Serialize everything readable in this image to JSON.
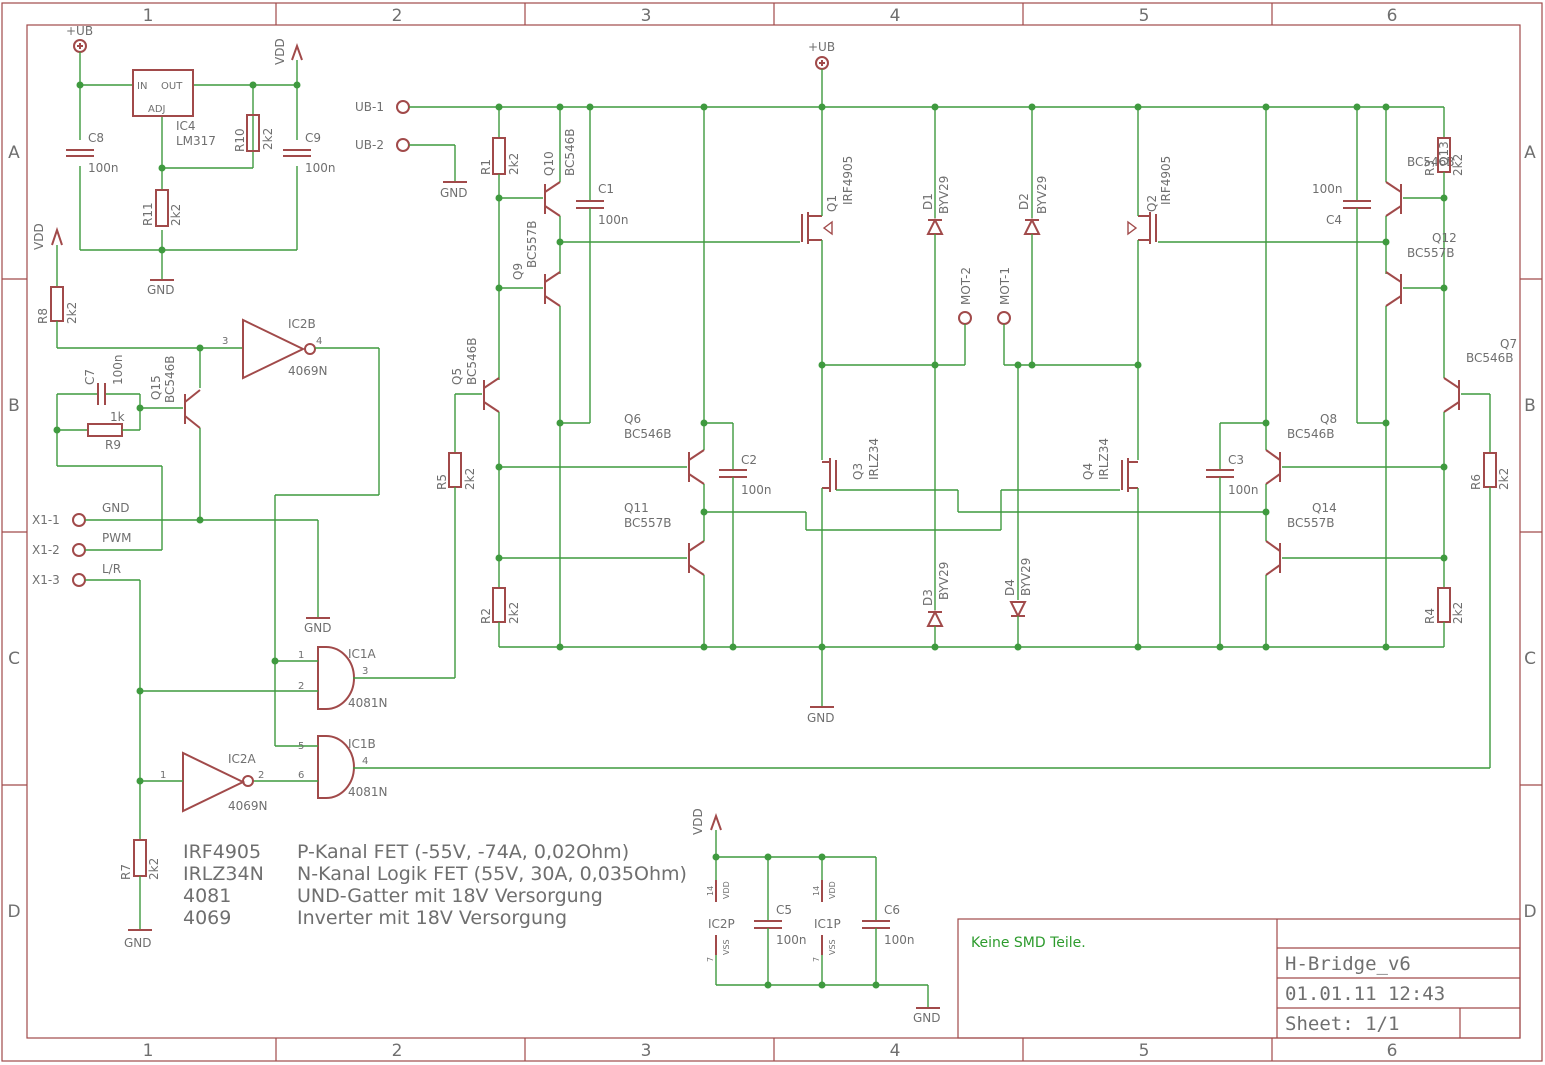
{
  "frame": {
    "columns": [
      "1",
      "2",
      "3",
      "4",
      "5",
      "6"
    ],
    "rows": [
      "A",
      "B",
      "C",
      "D"
    ]
  },
  "power": {
    "ub_top_left": "+UB",
    "ub_top_mid": "+UB",
    "vdd_top": "VDD",
    "vdd_left": "VDD",
    "vdd_bottom": "VDD",
    "gnd_reg": "GND",
    "gnd_ub2": "GND",
    "gnd_ic1a": "GND",
    "gnd_r7": "GND",
    "gnd_bridge": "GND",
    "gnd_caps": "GND"
  },
  "regulator": {
    "name": "IC4",
    "value": "LM317",
    "pin_in": "IN",
    "pin_out": "OUT",
    "pin_adj": "ADJ"
  },
  "connectors": {
    "ub1": "UB-1",
    "ub2": "UB-2",
    "mot1": "MOT-1",
    "mot2": "MOT-2",
    "x1_1": "X1-1",
    "x1_2": "X1-2",
    "x1_3": "X1-3",
    "net_gnd": "GND",
    "net_pwm": "PWM",
    "net_lr": "L/R"
  },
  "parts": {
    "c8": "C8",
    "c8v": "100n",
    "c9": "C9",
    "c9v": "100n",
    "r10": "R10",
    "r10v": "2k2",
    "r11": "R11",
    "r11v": "2k2",
    "r8": "R8",
    "r8v": "2k2",
    "c7": "C7",
    "c7v": "100n",
    "r9": "R9",
    "r9v": "1k",
    "q15": "Q15",
    "q15v": "BC546B",
    "ic2b": "IC2B",
    "ic2b_t": "4069N",
    "ic2b_p3": "3",
    "ic2b_p4": "4",
    "ic1a": "IC1A",
    "ic1a_t": "4081N",
    "ic1a_p1": "1",
    "ic1a_p2": "2",
    "ic1a_p3": "3",
    "ic1b": "IC1B",
    "ic1b_t": "4081N",
    "ic1b_p5": "5",
    "ic1b_p6": "6",
    "ic1b_p4": "4",
    "ic2a": "IC2A",
    "ic2a_t": "4069N",
    "ic2a_p1": "1",
    "ic2a_p2": "2",
    "r7": "R7",
    "r7v": "2k2",
    "r1": "R1",
    "r1v": "2k2",
    "q10": "Q10",
    "q10v": "BC546B",
    "c1": "C1",
    "c1v": "100n",
    "q9": "Q9",
    "q9v": "BC557B",
    "q5": "Q5",
    "q5v": "BC546B",
    "r5": "R5",
    "r5v": "2k2",
    "r2": "R2",
    "r2v": "2k2",
    "q6": "Q6",
    "q6v": "BC546B",
    "c2": "C2",
    "c2v": "100n",
    "q11": "Q11",
    "q11v": "BC557B",
    "q1": "Q1",
    "q1v": "IRF4905",
    "q3": "Q3",
    "q3v": "IRLZ34",
    "d1": "D1",
    "d1v": "BYV29",
    "d2": "D2",
    "d2v": "BYV29",
    "d3": "D3",
    "d3v": "BYV29",
    "d4": "D4",
    "d4v": "BYV29",
    "q2": "Q2",
    "q2v": "IRF4905",
    "q4": "Q4",
    "q4v": "IRLZ34",
    "c4": "C4",
    "c4v": "100n",
    "q13": "Q13",
    "q13v": "BC546B",
    "r3": "R3",
    "r3v": "2k2",
    "q12": "Q12",
    "q12v": "BC557B",
    "q7": "Q7",
    "q7v": "BC546B",
    "r6": "R6",
    "r6v": "2k2",
    "q8": "Q8",
    "q8v": "BC546B",
    "c3": "C3",
    "c3v": "100n",
    "q14": "Q14",
    "q14v": "BC557B",
    "r4": "R4",
    "r4v": "2k2",
    "ic2p": "IC2P",
    "ic1p": "IC1P",
    "c5": "C5",
    "c5v": "100n",
    "c6": "C6",
    "c6v": "100n",
    "pin14": "14",
    "pin7": "7",
    "pin_vdd": "VDD",
    "pin_vss": "VSS"
  },
  "legend": [
    {
      "part": "IRF4905",
      "desc": "P-Kanal FET (-55V, -74A, 0,02Ohm)"
    },
    {
      "part": "IRLZ34N",
      "desc": "N-Kanal Logik FET (55V, 30A, 0,035Ohm)"
    },
    {
      "part": "4081",
      "desc": "UND-Gatter mit 18V Versorgung"
    },
    {
      "part": "4069",
      "desc": "Inverter mit 18V Versorgung"
    }
  ],
  "title_block": {
    "note": "Keine SMD Teile.",
    "title": "H-Bridge_v6",
    "date": "01.01.11 12:43",
    "sheet": "Sheet: 1/1"
  }
}
